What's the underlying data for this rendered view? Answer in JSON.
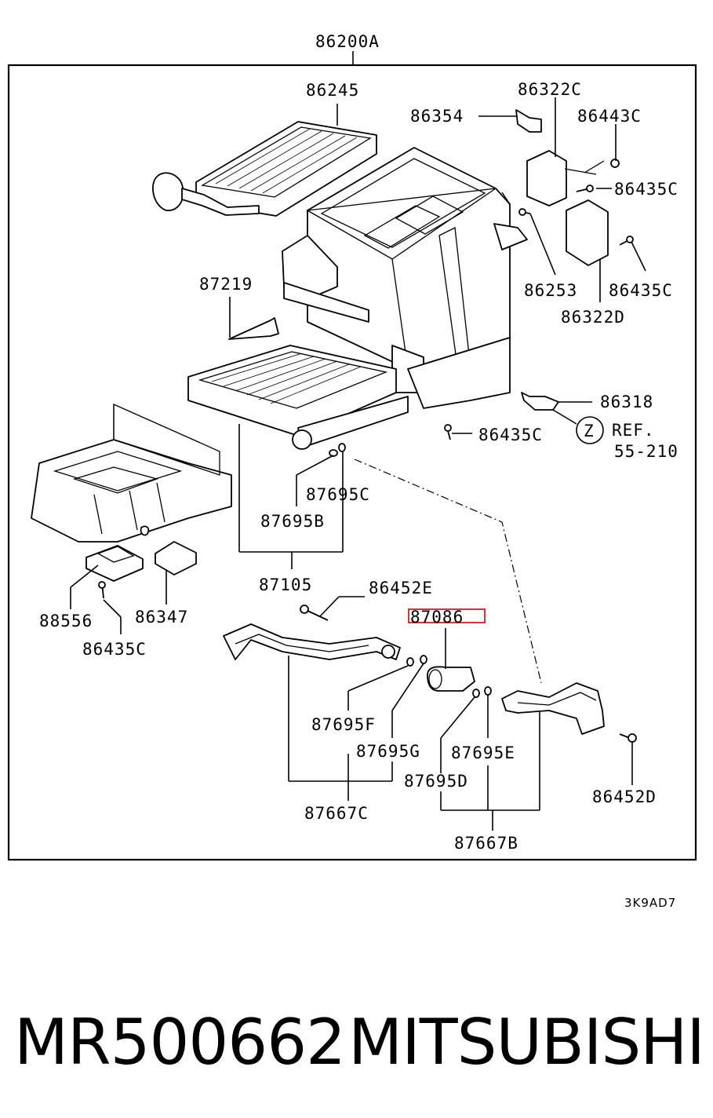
{
  "labels": {
    "assembly": "86200A",
    "l86245": "86245",
    "l86354": "86354",
    "l86322c": "86322C",
    "l86443c": "86443C",
    "l86435c_a": "86435C",
    "l86253": "86253",
    "l86435c_b": "86435C",
    "l86322d": "86322D",
    "l87219": "87219",
    "l86318": "86318",
    "l86435c_c": "86435C",
    "ref_z": "Z",
    "ref_1": "REF.",
    "ref_2": "55-210",
    "l87695c": "87695C",
    "l87695b": "87695B",
    "l87105": "87105",
    "l86452e": "86452E",
    "l87086": "87086",
    "l88556": "88556",
    "l86347": "86347",
    "l86435c_d": "86435C",
    "l87695f": "87695F",
    "l87695g": "87695G",
    "l87695e": "87695E",
    "l87695d": "87695D",
    "l86452d": "86452D",
    "l87667c": "87667C",
    "l87667b": "87667B"
  },
  "highlight_color": "#e03030",
  "diagram_code": "3K9AD7",
  "footer": {
    "part_number": "MR500662",
    "brand": "MITSUBISHI"
  }
}
